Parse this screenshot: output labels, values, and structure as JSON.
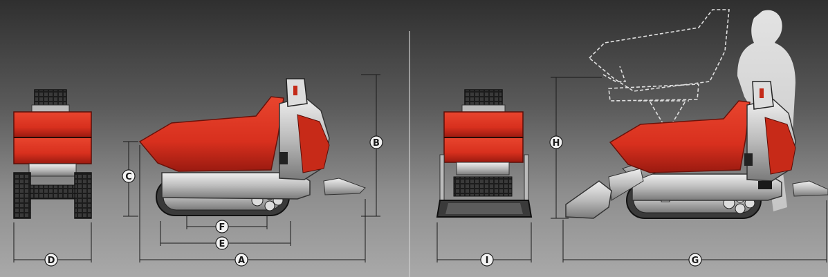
{
  "diagram": {
    "labels": {
      "A": "A",
      "B": "B",
      "C": "C",
      "D": "D",
      "E": "E",
      "F": "F",
      "G": "G",
      "H": "H",
      "I": "I"
    },
    "colors": {
      "hopper_red": "#d8301e",
      "hopper_red_dark": "#a01c12",
      "chassis_grey": "#c8c8c8",
      "track_dark": "#2a2a2a",
      "dimension_line": "#1a1a1a",
      "silhouette": "#d9d9d9"
    }
  }
}
